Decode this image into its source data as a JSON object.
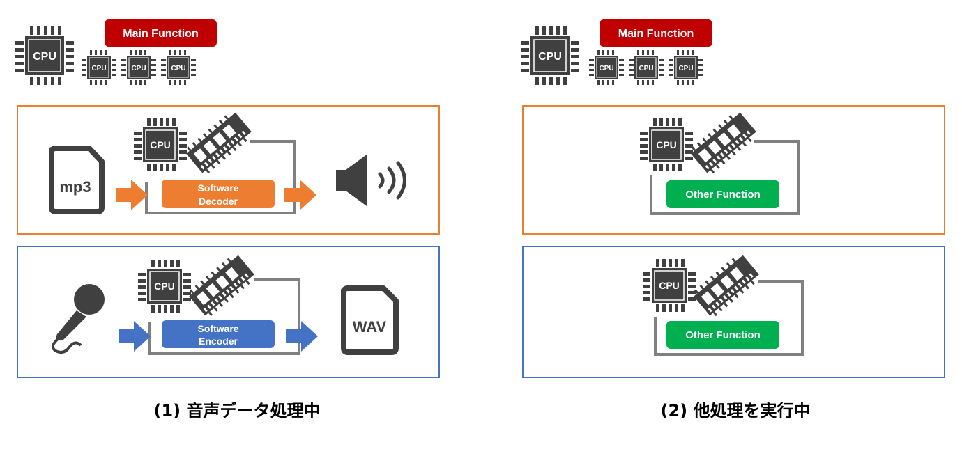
{
  "colors": {
    "main_function": "#C00000",
    "decoder_orange": "#ED7D31",
    "encoder_blue": "#4472C4",
    "other_green": "#00B050",
    "icon_dark": "#404040",
    "line_gray": "#808080"
  },
  "left": {
    "cpu_label": "CPU",
    "core_label": "CPU",
    "main_function_label": "Main Function",
    "decoder_panel": {
      "input_icon": "mp3-file-icon",
      "input_label": "mp3",
      "cpu_label": "CPU",
      "function_line1": "Software",
      "function_line2": "Decoder",
      "output_icon": "speaker-icon"
    },
    "encoder_panel": {
      "input_icon": "microphone-icon",
      "cpu_label": "CPU",
      "function_line1": "Software",
      "function_line2": "Encoder",
      "output_icon": "wav-file-icon",
      "output_label": "WAV"
    },
    "caption": "(1) 音声データ処理中"
  },
  "right": {
    "cpu_label": "CPU",
    "core_label": "CPU",
    "main_function_label": "Main Function",
    "top_panel": {
      "cpu_label": "CPU",
      "function_label": "Other Function"
    },
    "bottom_panel": {
      "cpu_label": "CPU",
      "function_label": "Other Function"
    },
    "caption": "(2) 他処理を実行中"
  }
}
